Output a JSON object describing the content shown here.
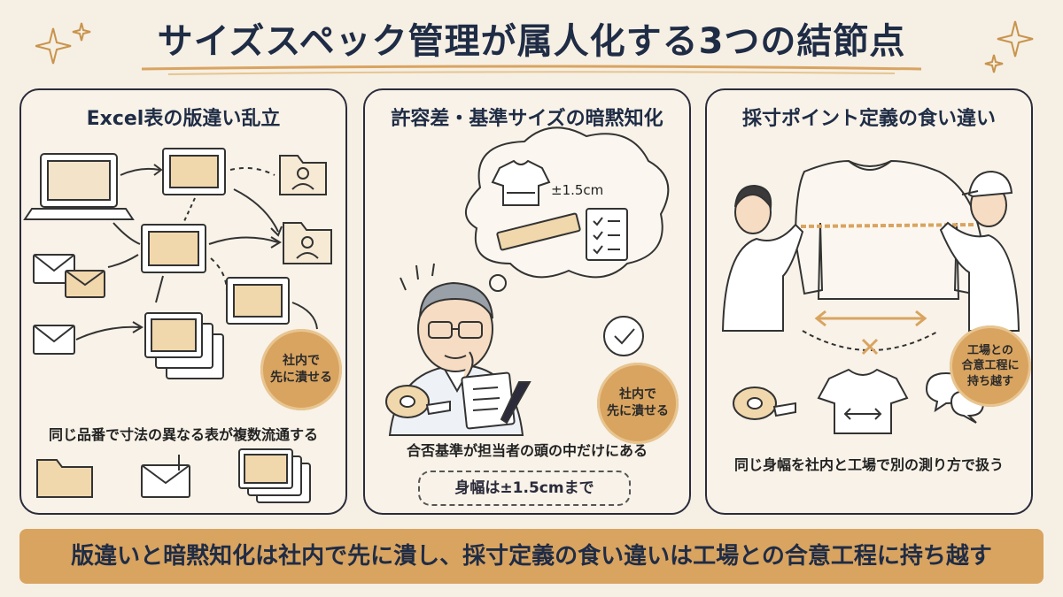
{
  "title": "サイズスペック管理が属人化する3つの結節点",
  "panels": [
    {
      "title": "Excel表の版違い乱立",
      "caption": "同じ品番で寸法の異なる表が複数流通する",
      "badge": "社内で\n先に潰せる"
    },
    {
      "title": "許容差・基準サイズの暗黙知化",
      "tolerance": "±1.5cm",
      "caption": "合否基準が担当者の頭の中だけにある",
      "pill": "身幅は±1.5cmまで",
      "badge": "社内で\n先に潰せる"
    },
    {
      "title": "採寸ポイント定義の食い違い",
      "caption": "同じ身幅を社内と工場で別の測り方で扱う",
      "badge": "工場との\n合意工程に\n持ち越す"
    }
  ],
  "footer": "版違いと暗黙知化は社内で先に潰し、採寸定義の食い違いは工場との合意工程に持ち越す",
  "colors": {
    "accent": "#d9a460",
    "ink": "#1f2c45",
    "background": "#f6efe4"
  }
}
